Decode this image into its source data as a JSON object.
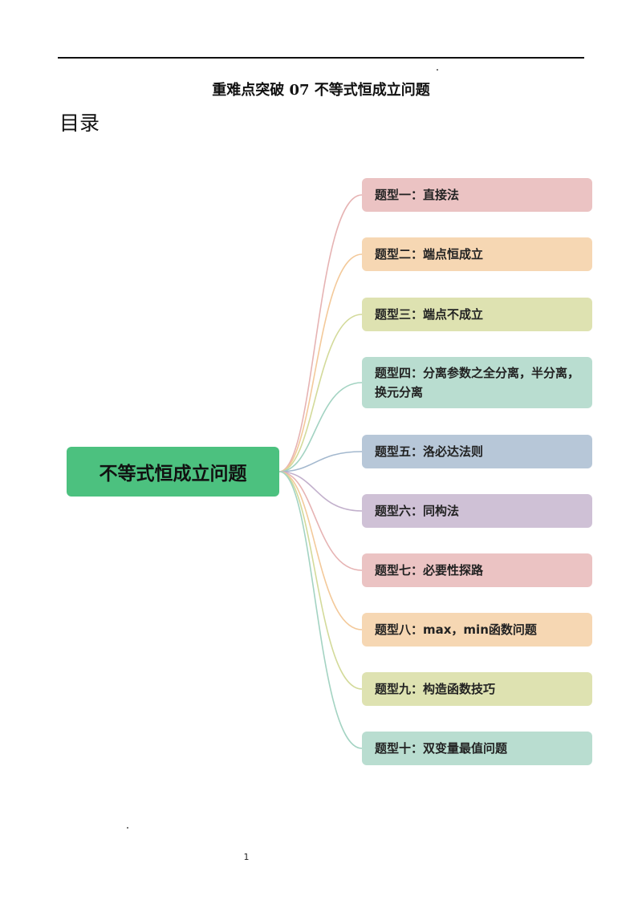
{
  "header": {
    "title": "重难点突破 07  不等式恒成立问题",
    "toc_heading": "目录"
  },
  "mindmap": {
    "root": "不等式恒成立问题",
    "root_color": "#4cc17f",
    "branches": [
      {
        "label": "题型一：直接法",
        "fill": "#ebc3c3",
        "line": "#e6b3b3"
      },
      {
        "label": "题型二：端点恒成立",
        "fill": "#f6d7b3",
        "line": "#f3c99a"
      },
      {
        "label": "题型三：端点不成立",
        "fill": "#dee2b1",
        "line": "#d3da9a"
      },
      {
        "label": "题型四：分离参数之全分离，半分离，换元分离",
        "fill": "#b9ddd0",
        "line": "#a3d3c2"
      },
      {
        "label": "题型五：洛必达法则",
        "fill": "#b7c7d8",
        "line": "#a3b8ce"
      },
      {
        "label": "题型六：同构法",
        "fill": "#cfc1d6",
        "line": "#c2b0cc"
      },
      {
        "label": "题型七：必要性探路",
        "fill": "#ebc3c3",
        "line": "#e6b3b3"
      },
      {
        "label": "题型八：max，min函数问题",
        "fill": "#f6d7b3",
        "line": "#f3c99a"
      },
      {
        "label": "题型九：构造函数技巧",
        "fill": "#dee2b1",
        "line": "#d3da9a"
      },
      {
        "label": "题型十：双变量最值问题",
        "fill": "#b9ddd0",
        "line": "#a3d3c2"
      }
    ]
  },
  "footer": {
    "page_number": "1"
  }
}
